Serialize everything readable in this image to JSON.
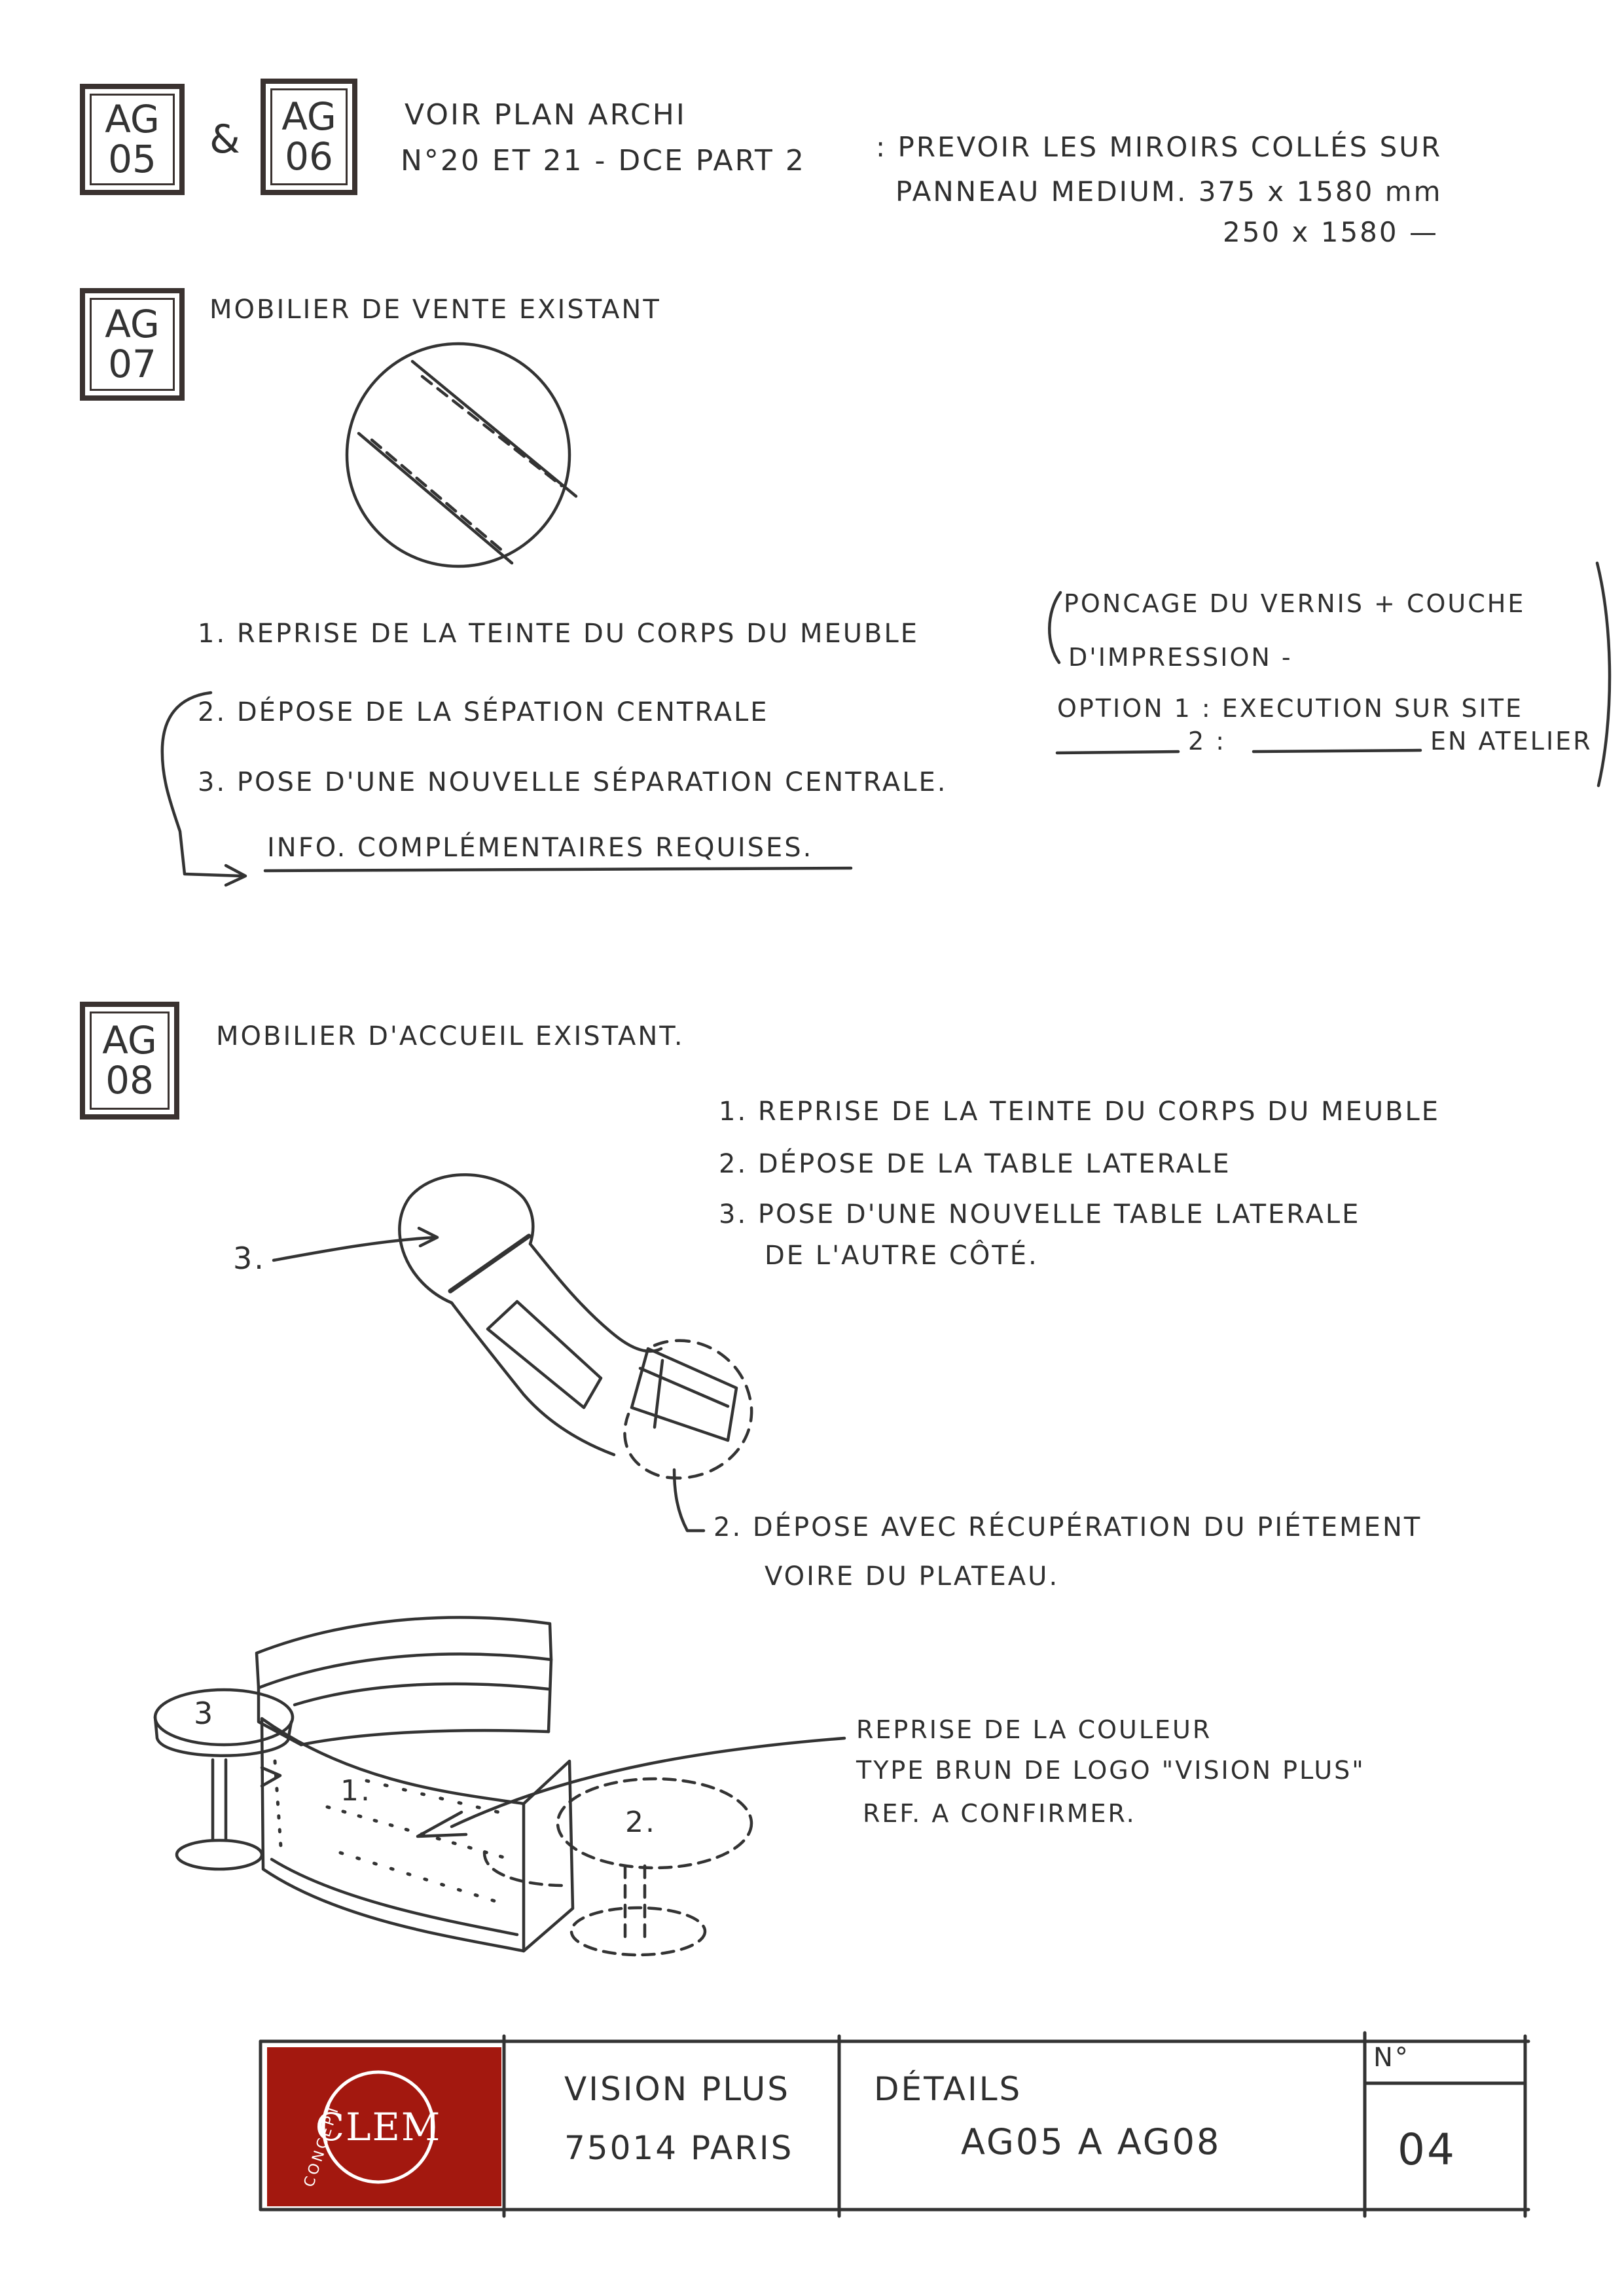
{
  "tags": {
    "ag05": [
      "AG",
      "05"
    ],
    "amp": "&",
    "ag06": [
      "AG",
      "06"
    ],
    "ag07": [
      "AG",
      "07"
    ],
    "ag08": [
      "AG",
      "08"
    ]
  },
  "section1": {
    "line1": "VOIR PLAN ARCHI",
    "line2": "N°20 ET 21 - DCE PART 2",
    "note_line1": ": PREVOIR LES MIROIRS COLLÉS SUR",
    "note_line2": "PANNEAU MEDIUM. 375 x 1580 mm",
    "note_line3": "250 x 1580 —"
  },
  "section2": {
    "title": "MOBILIER DE VENTE EXISTANT",
    "item1": "1. REPRISE DE LA TEINTE DU CORPS DU MEUBLE",
    "item2": "2. DÉPOSE DE LA SÉPATION CENTRALE",
    "item3": "3. POSE D'UNE NOUVELLE SÉPARATION CENTRALE.",
    "info": "INFO. COMPLÉMENTAIRES REQUISES.",
    "paren_line1": "PONCAGE DU VERNIS + COUCHE",
    "paren_line2": "D'IMPRESSION -",
    "option1": "OPTION 1 : EXECUTION SUR SITE",
    "option2_num": "2 :",
    "option2": "EN ATELIER"
  },
  "section3": {
    "title": "MOBILIER D'ACCUEIL EXISTANT.",
    "item1": "1. REPRISE DE LA TEINTE DU CORPS DU MEUBLE",
    "item2": "2. DÉPOSE DE LA TABLE LATERALE",
    "item3a": "3. POSE D'UNE NOUVELLE TABLE LATERALE",
    "item3b": "DE L'AUTRE CÔTÉ.",
    "label3": "3.",
    "note2a": "2. DÉPOSE AVEC RÉCUPÉRATION DU PIÉTEMENT",
    "note2b": "VOIRE DU PLATEAU.",
    "iso_label3": "3",
    "iso_label1": "1.",
    "iso_label2": "2.",
    "color_line1": "REPRISE DE LA COULEUR",
    "color_line2": "TYPE BRUN DE LOGO \"VISION PLUS\"",
    "color_line3": "REF. A CONFIRMER."
  },
  "titleblock": {
    "logo_word": "CONCEPT",
    "logo_mark": "CLEM",
    "client_line1": "VISION PLUS",
    "client_line2": "75014 PARIS",
    "details_label": "DÉTAILS",
    "details_range": "AG05 A AG08",
    "number_label": "N°",
    "number_value": "04"
  },
  "colors": {
    "ink": "#2f2f2f",
    "logo_red": "#a3180f"
  }
}
